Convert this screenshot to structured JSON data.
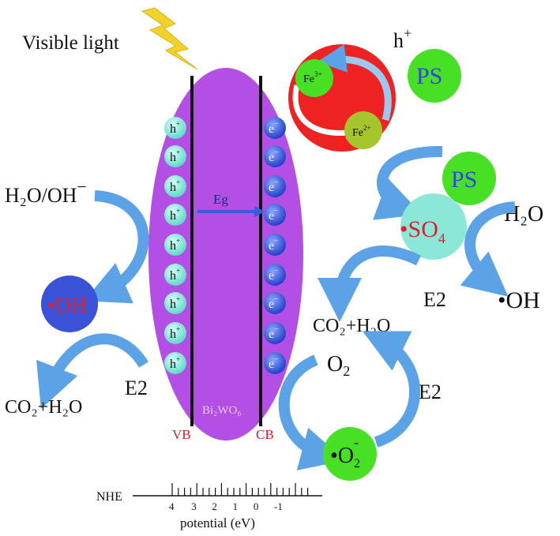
{
  "labels": {
    "visible_light": "Visible light",
    "h_plus_label": "h",
    "h_plus_sup": "+",
    "ps_top": "PS",
    "ps_right": "PS",
    "fe3_main": "Fe",
    "fe3_sup": "3+",
    "fe2_main": "Fe",
    "fe2_sup": "2+",
    "hole": "h",
    "hole_sup": "+",
    "electron": "e",
    "electron_sup": "−",
    "eg": "Eg",
    "catalyst": "Bi₂WO₆",
    "vb": "VB",
    "cb": "CB",
    "h2o_oh_left": "H₂O/OH",
    "h2o_oh_left_sup": "−",
    "oh_radical_left": "OH",
    "e2_left": "E2",
    "co2_h2o_left": "CO₂+H₂O",
    "so4_main": "SO",
    "so4_sub": "4",
    "h2o_right": "H₂O",
    "oh_right": "•OH",
    "e2_mid_right": "E2",
    "co2_h2o_right": "CO₂+H₂O",
    "o2": "O",
    "o2_sub": "2",
    "e2_bottom_right": "E2",
    "superoxide_main": "•O",
    "superoxide_sub": "2",
    "superoxide_sup": "-",
    "nhe": "NHE",
    "axis_title": "potential  (eV)"
  },
  "axis": {
    "ticks": [
      "4",
      "3",
      "2",
      "1",
      "0",
      "-1"
    ]
  },
  "colors": {
    "ellipse": "#b44fe6",
    "hole_ball": "#7fe8d8",
    "electron_ball": "#3a5be0",
    "red_circle": "#ee2222",
    "green": "#48e024",
    "arrow_blue": "#5ba3e6",
    "bolt": "#f2d12a",
    "red_text": "#e0202c",
    "blue_text": "#3344dd",
    "so4_circle": "#8be8d8"
  }
}
